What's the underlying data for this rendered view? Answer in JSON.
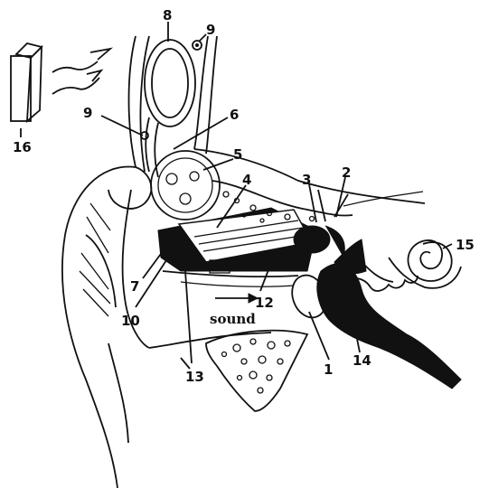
{
  "labels": {
    "l1": "1",
    "l2": "2",
    "l3": "3",
    "l4": "4",
    "l5": "5",
    "l6": "6",
    "l7": "7",
    "l8": "8",
    "l9a": "9",
    "l9b": "9",
    "l10": "10",
    "l12": "12",
    "l13": "13",
    "l14": "14",
    "l15": "15",
    "l16": "16"
  },
  "sound_label": "sound"
}
